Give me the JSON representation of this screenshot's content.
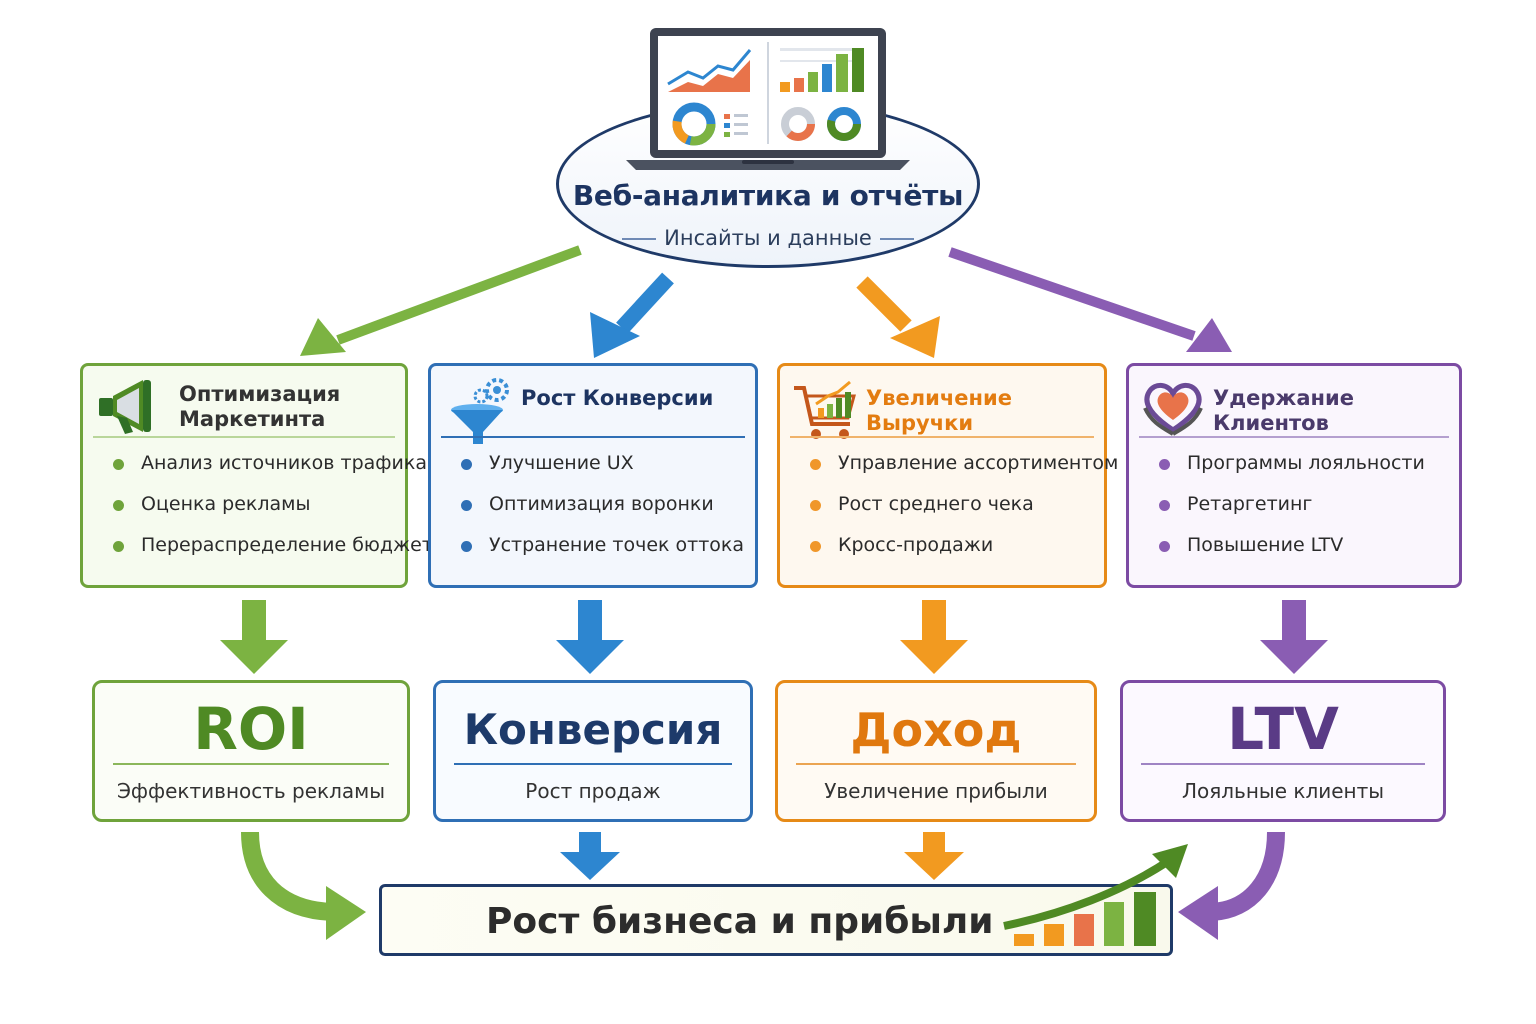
{
  "hub": {
    "title": "Веб-аналитика и отчёты",
    "subtitle": "Инсайты и данные"
  },
  "categories": [
    {
      "title_line1": "Оптимизация",
      "title_line2": "Маркетинта",
      "items": [
        "Анализ источников трафика",
        "Оценка рекламы",
        "Перераспределение бюджета"
      ],
      "color": "#6fa33b"
    },
    {
      "title": "Рост Конверсии",
      "items": [
        "Улучшение UX",
        "Оптимизация воронки",
        "Устранение точек оттока"
      ],
      "color": "#2f6fb5"
    },
    {
      "title": "Увеличение Выручки",
      "items": [
        "Управление ассортиментом",
        "Рост среднего чека",
        "Кросс-продажи"
      ],
      "color": "#e68a17"
    },
    {
      "title": "Удержание Клиентов",
      "items": [
        "Программы лояльности",
        "Ретаргетинг",
        "Повышение LTV"
      ],
      "color": "#7c4ba3"
    }
  ],
  "kpis": [
    {
      "value": "ROI",
      "caption": "Эффективность рекламы"
    },
    {
      "value": "Конверсия",
      "caption": "Рост продаж"
    },
    {
      "value": "Доход",
      "caption": "Увеличение прибыли"
    },
    {
      "value": "LTV",
      "caption": "Лояльные клиенты"
    }
  ],
  "result": {
    "title": "Рост бизнеса и прибыли"
  },
  "icons": [
    "laptop-dashboard-icon",
    "megaphone-icon",
    "funnel-gear-icon",
    "shopping-cart-chart-icon",
    "heart-hands-icon",
    "growth-bar-chart-icon"
  ]
}
